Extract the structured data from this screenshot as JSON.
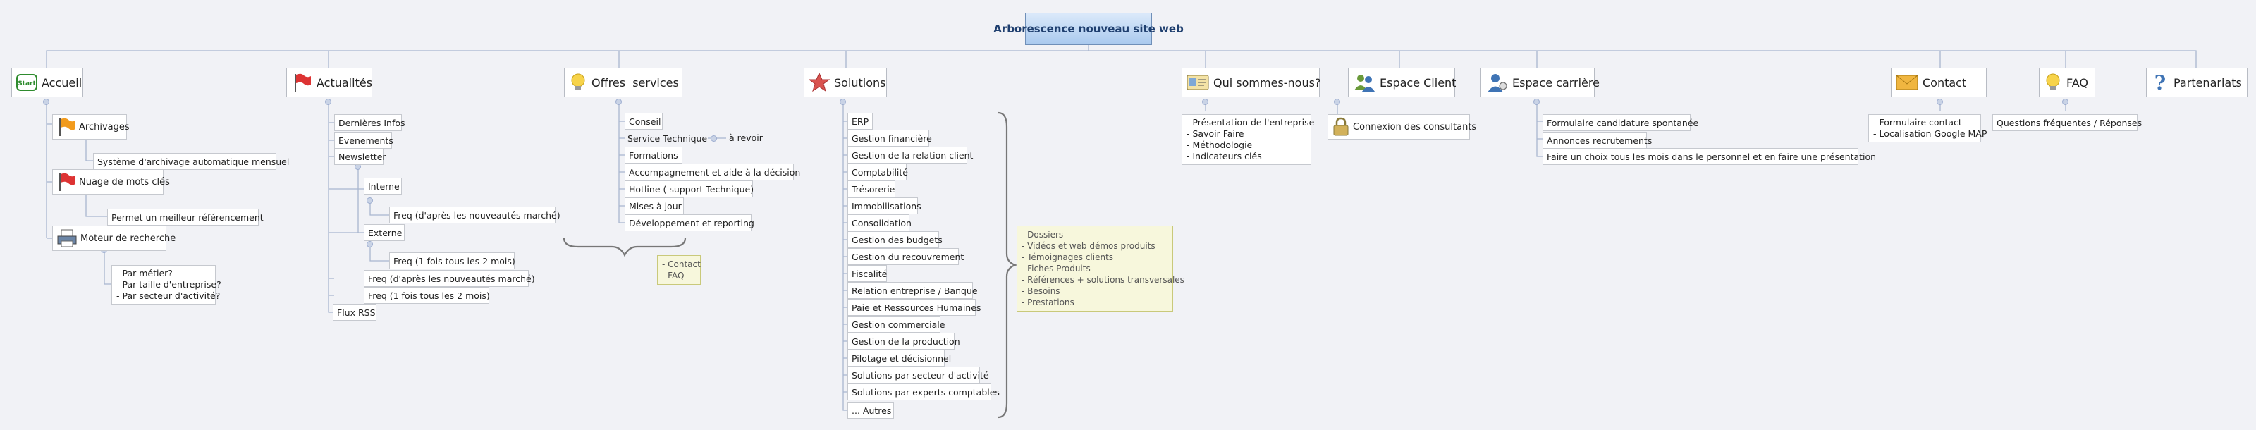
{
  "root": {
    "title": "Arborescence nouveau site web"
  },
  "accueil": {
    "title": "Accueil",
    "icon": "start-icon",
    "archivages": "Archivages",
    "archivages_detail": "Système d'archivage automatique mensuel",
    "nuage": "Nuage de mots clés",
    "nuage_detail": "Permet un meilleur référencement",
    "moteur": "Moteur de recherche",
    "moteur_detail": [
      "- Par métier?",
      "- Par taille d'entreprise?",
      "- Par secteur d'activité?"
    ]
  },
  "actualites": {
    "title": "Actualités",
    "icon": "red-flag-icon",
    "items": {
      "dernieres": "Dernières Infos",
      "evenements": "Evenements",
      "newsletter": "Newsletter",
      "interne": "Interne",
      "interne_freq": "Freq (d'après les nouveautés marché)",
      "externe": "Externe",
      "externe_freq": "Freq (1 fois tous les 2 mois)",
      "freq_a": "Freq (d'après les nouveautés marché)",
      "freq_b": "Freq (1 fois tous les 2 mois)",
      "flux": "Flux RSS"
    }
  },
  "offres": {
    "title": "Offres  services",
    "icon": "lightbulb-icon",
    "items": [
      "Conseil",
      "Service Technique",
      "Formations",
      "Accompagnement et aide à la décision",
      "Hotline ( support Technique)",
      "Mises à jour",
      "Développement et reporting"
    ],
    "a_revoir": "à revoir",
    "note": [
      "- Contact",
      "- FAQ"
    ]
  },
  "solutions": {
    "title": "Solutions",
    "icon": "star-icon",
    "items": [
      "ERP",
      "Gestion financière",
      "Gestion de la relation client",
      "Comptabilité",
      "Trésorerie",
      "Immobilisations",
      "Consolidation",
      "Gestion des budgets",
      "Gestion du recouvrement",
      "Fiscalité",
      "Relation entreprise / Banque",
      "Paie et Ressources Humaines",
      "Gestion commerciale",
      "Gestion de la production",
      "Pilotage et décisionnel",
      "Solutions par secteur d'activité",
      "Solutions par experts comptables",
      "... Autres"
    ],
    "note": [
      "- Dossiers",
      "- Vidéos et web démos produits",
      "- Témoignages clients",
      "- Fiches Produits",
      "- Références + solutions transversales",
      "- Besoins",
      "- Prestations"
    ]
  },
  "qui": {
    "title": "Qui sommes-nous?",
    "icon": "id-card-icon",
    "items": [
      "- Présentation de l'entreprise",
      "- Savoir Faire",
      "- Méthodologie",
      "- Indicateurs clés"
    ]
  },
  "espace_client": {
    "title": "Espace Client",
    "icon": "users-icon",
    "connexion": "Connexion des consultants"
  },
  "espace_carriere": {
    "title": "Espace carrière",
    "icon": "person-icon",
    "items": [
      "Formulaire candidature spontanée",
      "Annonces recrutements",
      "Faire un choix tous les mois dans le personnel et en faire une présentation"
    ]
  },
  "contact": {
    "title": "Contact",
    "icon": "envelope-icon",
    "items": [
      "- Formulaire contact",
      "- Localisation Google MAP"
    ]
  },
  "faq": {
    "title": "FAQ",
    "icon": "lightbulb-icon",
    "item": "Questions fréquentes / Réponses"
  },
  "partenariats": {
    "title": "Partenariats",
    "icon": "question-mark-icon"
  }
}
